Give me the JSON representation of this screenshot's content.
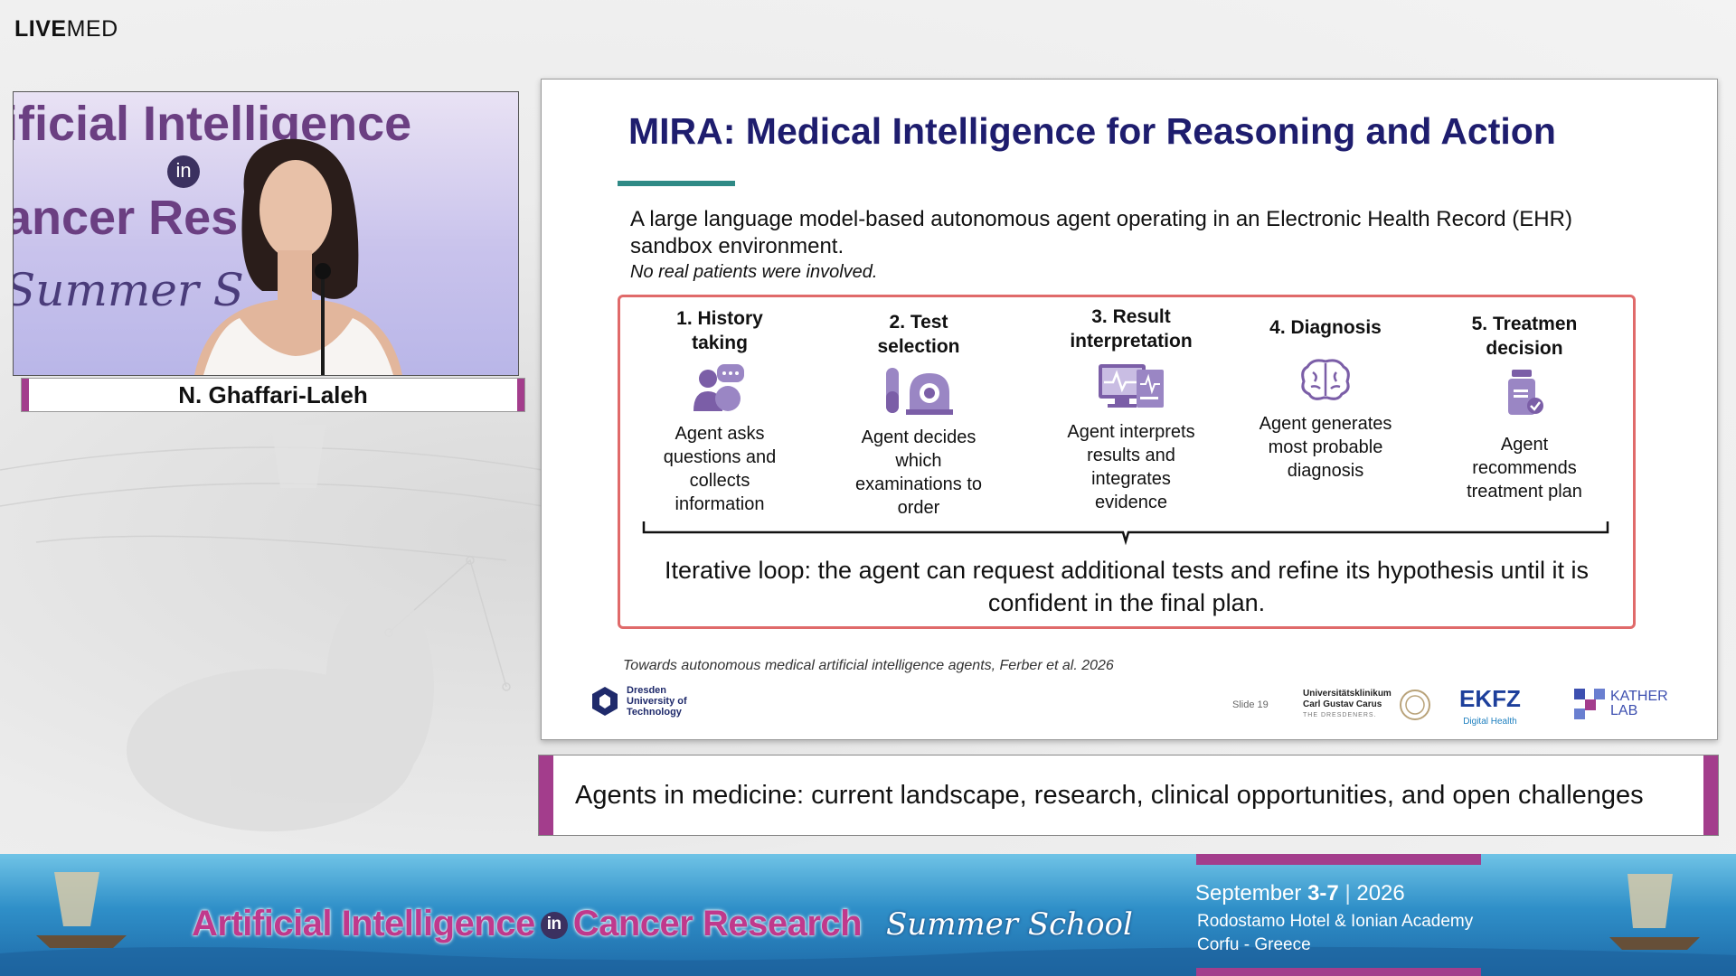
{
  "broadcast": {
    "logo_bold": "LIVE",
    "logo_light": "MED",
    "speaker_name": "N. Ghaffari-Laleh",
    "camera_banner": {
      "line1": "ificial Intelligence",
      "in": "in",
      "line2": "ancer Res",
      "line3": "Summer S"
    },
    "session_title": "Agents in medicine: current landscape, research, clinical opportunities, and open challenges",
    "event": {
      "title_part1": "Artificial Intelligence",
      "in": "in",
      "title_part2": "Cancer Research",
      "school": "Summer School",
      "date_prefix": "September",
      "date_days": "3-7",
      "date_year": "2026",
      "venue": "Rodostamo Hotel & Ionian Academy",
      "location": "Corfu - Greece"
    }
  },
  "slide": {
    "title": "MIRA: Medical Intelligence for Reasoning and Action",
    "intro": "A large language model-based autonomous agent operating in an Electronic Health Record (EHR) sandbox environment.",
    "note": "No real patients were involved.",
    "steps": [
      {
        "title": "1.  History taking",
        "icon": "people-chat-icon",
        "desc": "Agent asks questions and collects information"
      },
      {
        "title": "2. Test selection",
        "icon": "test-tube-scanner-icon",
        "desc": "Agent decides which examinations to order"
      },
      {
        "title": "3. Result interpretation",
        "icon": "monitor-chart-icon",
        "desc": "Agent interprets results and integrates evidence"
      },
      {
        "title": "4. Diagnosis",
        "icon": "brain-icon",
        "desc": "Agent generates most probable diagnosis"
      },
      {
        "title": "5. Treatmen decision",
        "icon": "medicine-bottle-icon",
        "desc": "Agent recommends treatment plan"
      }
    ],
    "loop_text": "Iterative loop: the agent can request additional tests and refine its hypothesis until it is confident in the final plan.",
    "citation": "Towards autonomous medical artificial intelligence agents, Ferber et al. 2026",
    "slide_number": "Slide 19",
    "logos": {
      "dresden": [
        "Dresden",
        "University of",
        "Technology"
      ],
      "uk_line1": "Universitätsklinikum",
      "uk_line2": "Carl Gustav Carus",
      "uk_line3": "THE DRESDENERS.",
      "ekfz": "EKFZ",
      "ekfz_sub": "Digital Health",
      "kather_line1": "KATHER",
      "kather_line2": "LAB"
    }
  },
  "colors": {
    "title_navy": "#1e1d6e",
    "accent_teal": "#2f8a86",
    "box_border": "#e06a6a",
    "magenta": "#a33d8c",
    "icon_purple": "#7b5ea7"
  }
}
